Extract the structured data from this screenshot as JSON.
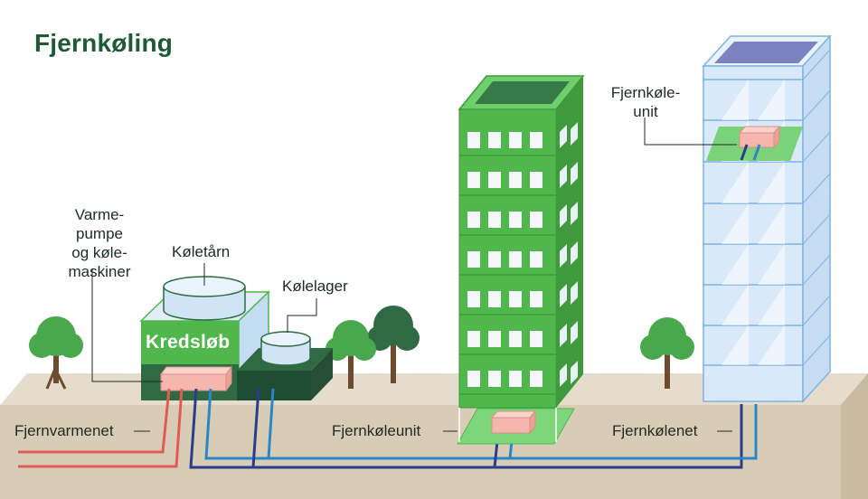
{
  "title": "Fjernkøling",
  "labels": {
    "heat_pump": [
      "Varme-",
      "pumpe",
      "og køle-",
      "maskiner"
    ],
    "cooling_tower": "Køletårn",
    "cold_storage": "Kølelager",
    "loop": "Kredsløb",
    "district_heating": "Fjernvarmenet",
    "cooling_unit_mid": "Fjernkøleunit",
    "cooling_network": "Fjernkølenet",
    "cooling_unit_top": [
      "Fjernkøle-",
      "unit"
    ]
  },
  "colors": {
    "title": "#1e5a34",
    "ground_top": "#e6dccb",
    "ground_front": "#d9ccb6",
    "green_building": "#4fb74c",
    "glass_building": "#d9e9fa",
    "pipe_red": "#e35b55",
    "pipe_navy": "#2a3d8c",
    "pipe_blue": "#2a86c8",
    "unit_pink": "#f5b6ae",
    "tree": "#4aa84c",
    "tree_dark": "#2f6a44"
  },
  "icons": [
    "tree-icon",
    "cooling-unit-icon",
    "tank-icon"
  ]
}
